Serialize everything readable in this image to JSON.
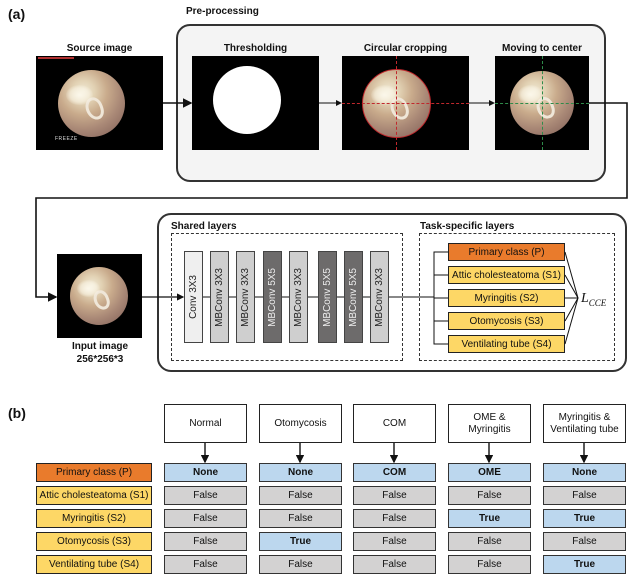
{
  "panel_a": {
    "label": "(a)",
    "source_image": {
      "title": "Source image",
      "overlay_text": "FREEZE"
    },
    "preprocessing": {
      "title": "Pre-processing",
      "steps": [
        {
          "title": "Thresholding"
        },
        {
          "title": "Circular cropping",
          "guide_color": "#c0282d"
        },
        {
          "title": "Moving to center",
          "guide_color": "#2e8b4a"
        }
      ]
    },
    "input_image": {
      "title": "Input image",
      "size": "256*256*3"
    },
    "shared_layers": {
      "title": "Shared layers",
      "layers": [
        {
          "label": "Conv 3X3",
          "color": "#efefef"
        },
        {
          "label": "MBConv 3X3",
          "color": "#cfcfcf"
        },
        {
          "label": "MBConv 3X3",
          "color": "#cfcfcf"
        },
        {
          "label": "MBConv 5X5",
          "color": "#6d6b6b"
        },
        {
          "label": "MBConv 3X3",
          "color": "#cfcfcf"
        },
        {
          "label": "MBConv 5X5",
          "color": "#6d6b6b"
        },
        {
          "label": "MBConv 5X5",
          "color": "#6d6b6b"
        },
        {
          "label": "MBConv 3X3",
          "color": "#cfcfcf"
        }
      ]
    },
    "task_layers": {
      "title": "Task-specific layers",
      "tasks": [
        {
          "label": "Primary class (P)",
          "kind": "primary"
        },
        {
          "label": "Attic cholesteatoma (S1)",
          "kind": "secondary"
        },
        {
          "label": "Myringitis (S2)",
          "kind": "secondary"
        },
        {
          "label": "Otomycosis (S3)",
          "kind": "secondary"
        },
        {
          "label": "Ventilating tube (S4)",
          "kind": "secondary"
        }
      ],
      "loss": {
        "main": "L",
        "sub": "CCE"
      }
    }
  },
  "panel_b": {
    "label": "(b)",
    "row_labels": [
      {
        "label": "Primary class (P)",
        "kind": "primary"
      },
      {
        "label": "Attic cholesteatoma (S1)",
        "kind": "secondary"
      },
      {
        "label": "Myringitis (S2)",
        "kind": "secondary"
      },
      {
        "label": "Otomycosis (S3)",
        "kind": "secondary"
      },
      {
        "label": "Ventilating tube (S4)",
        "kind": "secondary"
      }
    ],
    "columns": [
      {
        "header": "Normal",
        "values": [
          "None",
          "False",
          "False",
          "False",
          "False"
        ]
      },
      {
        "header": "Otomycosis",
        "values": [
          "None",
          "False",
          "False",
          "True",
          "False"
        ]
      },
      {
        "header": "COM",
        "values": [
          "COM",
          "False",
          "False",
          "False",
          "False"
        ]
      },
      {
        "header": "OME &\nMyringitis",
        "values": [
          "OME",
          "False",
          "True",
          "False",
          "False"
        ]
      },
      {
        "header": "Myringitis &\nVentilating tube",
        "values": [
          "None",
          "False",
          "True",
          "False",
          "True"
        ]
      }
    ]
  },
  "colors": {
    "primary": "#e97b2c",
    "secondary": "#fdd766",
    "highlight_cell": "#bcd7ee",
    "default_cell": "#d3d2d2",
    "preprocessing_bg": "#f4f4f4"
  }
}
